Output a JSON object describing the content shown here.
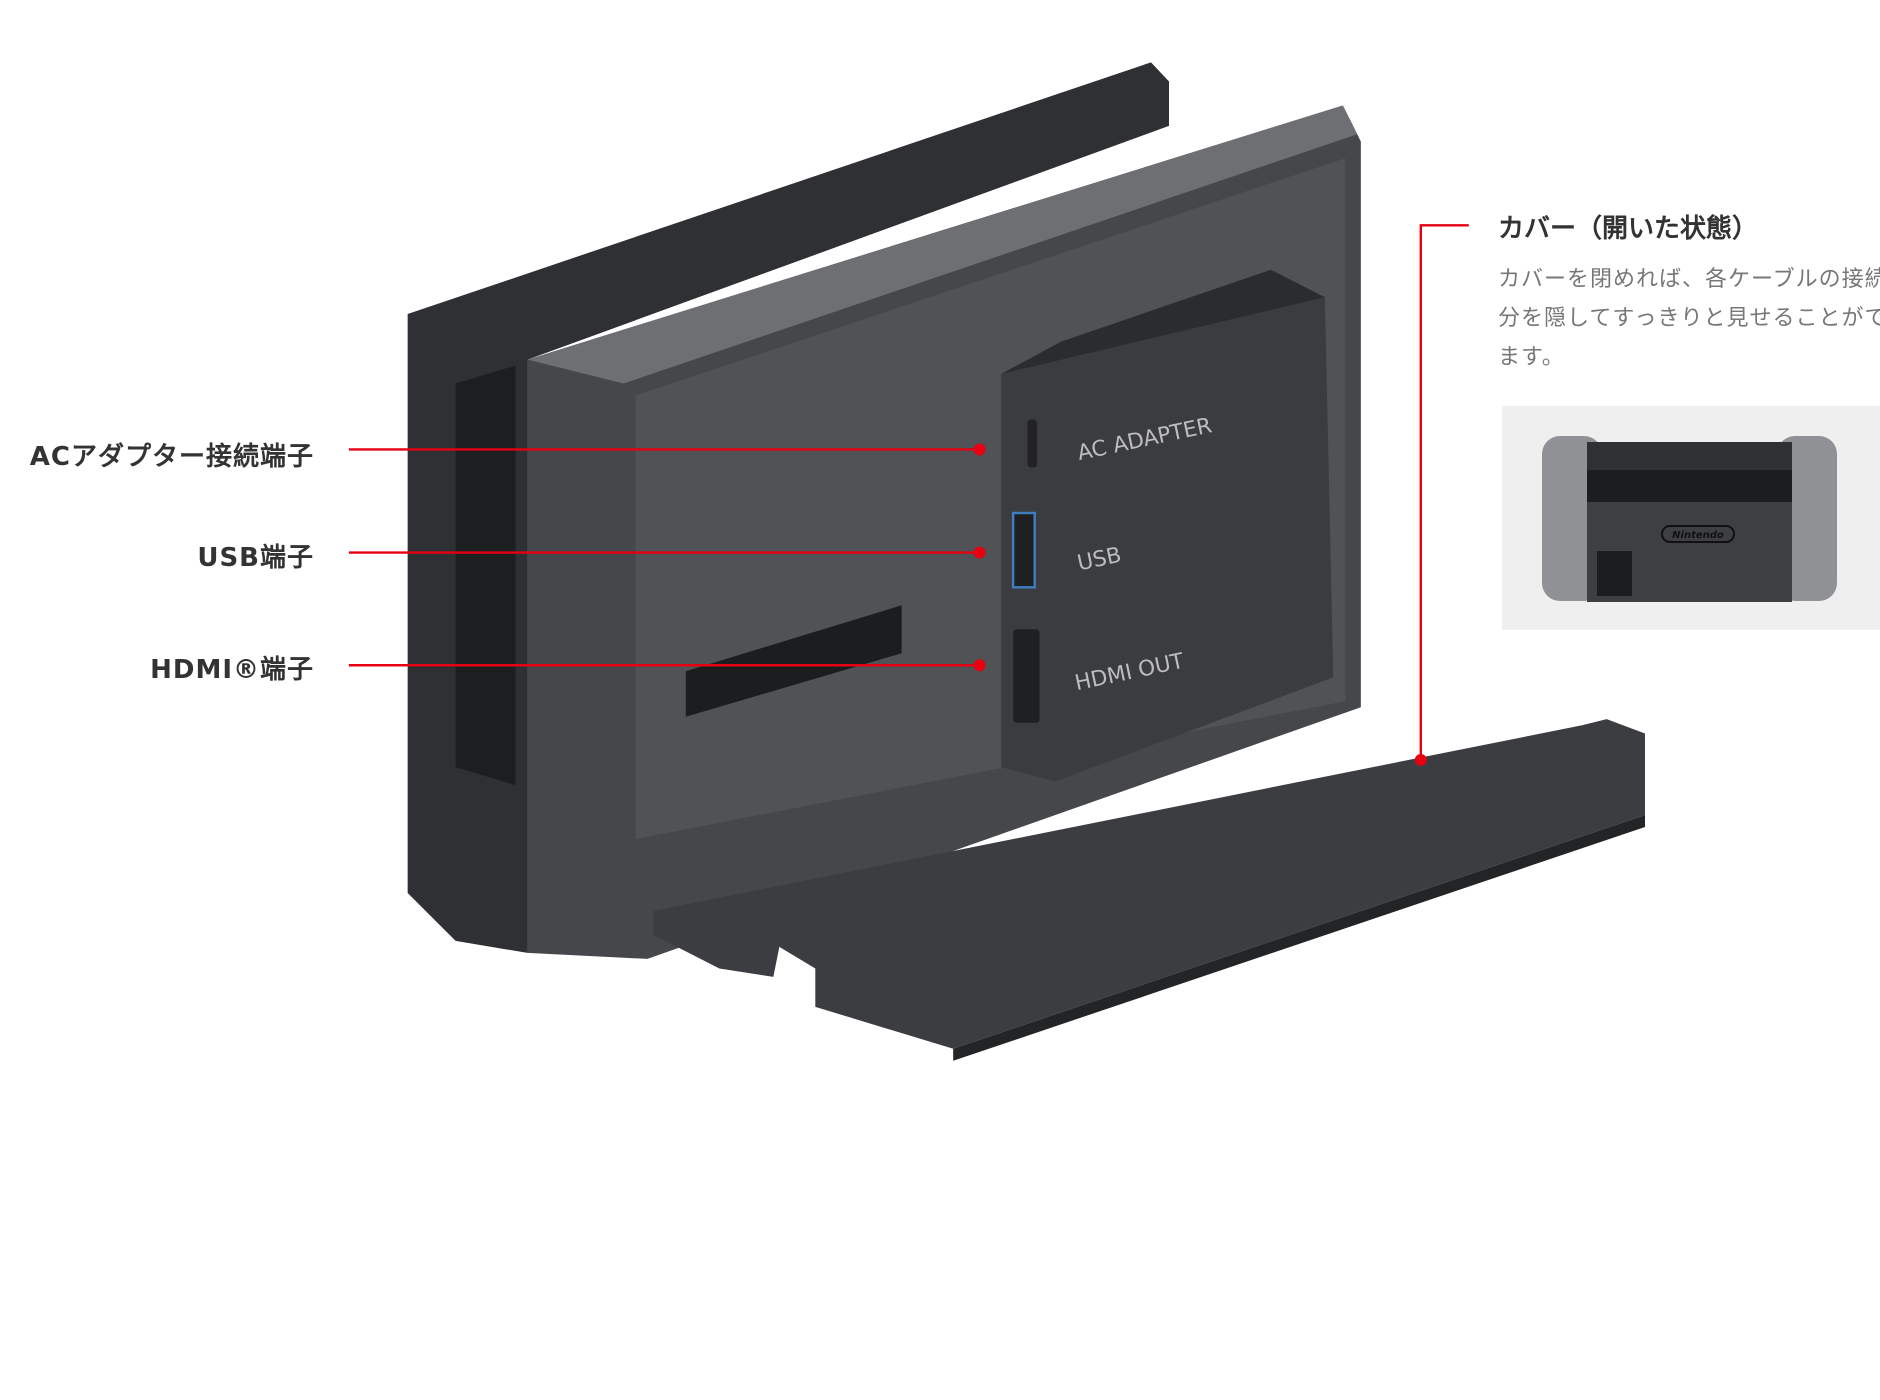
{
  "callouts": {
    "ac_adapter": "ACアダプター接続端子",
    "usb": "USB端子",
    "hdmi": "HDMI®端子"
  },
  "cover": {
    "title": "カバー（開いた状態）",
    "description": "カバーを閉めれば、各ケーブルの接続部分を隠してすっきりと見せることができます。"
  },
  "port_labels": {
    "ac": "AC ADAPTER",
    "usb": "USB",
    "hdmi": "HDMI OUT"
  },
  "thumbnail": {
    "logo": "Nintendo"
  },
  "colors": {
    "accent": "#e60012",
    "dock": "#3c3e41",
    "text": "#333333"
  }
}
